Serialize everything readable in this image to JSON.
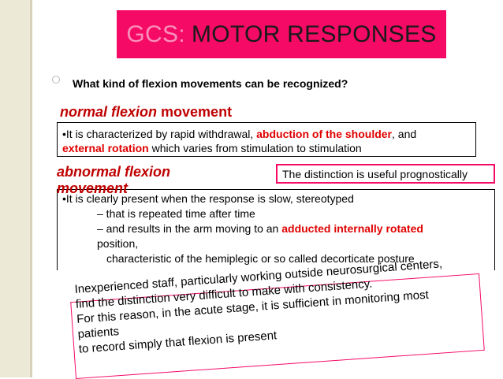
{
  "title": {
    "prefix": "GCS:",
    "main": "MOTOR RESPONSES"
  },
  "question": "What kind of flexion movements can be recognized?",
  "normal": {
    "heading_italic": "normal flexion",
    "heading_rest": " movement",
    "line1_pre": "•It is characterized by rapid withdrawal, ",
    "line1_red": "abduction of the shoulder",
    "line1_post": ", and",
    "line2_red": "external rotation",
    "line2_post": " which varies from stimulation to stimulation"
  },
  "abnormal": {
    "heading": "abnormal flexion movement",
    "note": "The distinction is useful prognostically",
    "line1": "•It is clearly present when the response is slow, stereotyped",
    "line2": "– that is repeated time after time",
    "line3_pre": "– and results in the arm moving to an ",
    "line3_red": "adducted internally rotated",
    "line4": "position,",
    "line5": "characteristic of the hemiplegic or so called decorticate posture"
  },
  "callout": {
    "lines": [
      "Inexperienced staff, particularly working outside neurosurgical centers,",
      "find the distinction very difficult to make with consistency.",
      "For this reason, in the acute stage, it is sufficient in monitoring most",
      "patients",
      "to record simply that flexion is present"
    ]
  },
  "colors": {
    "accent": "#f50a66",
    "emphasis": "#e00000",
    "heading": "#c00000",
    "sidebar": "#ece9d6"
  }
}
